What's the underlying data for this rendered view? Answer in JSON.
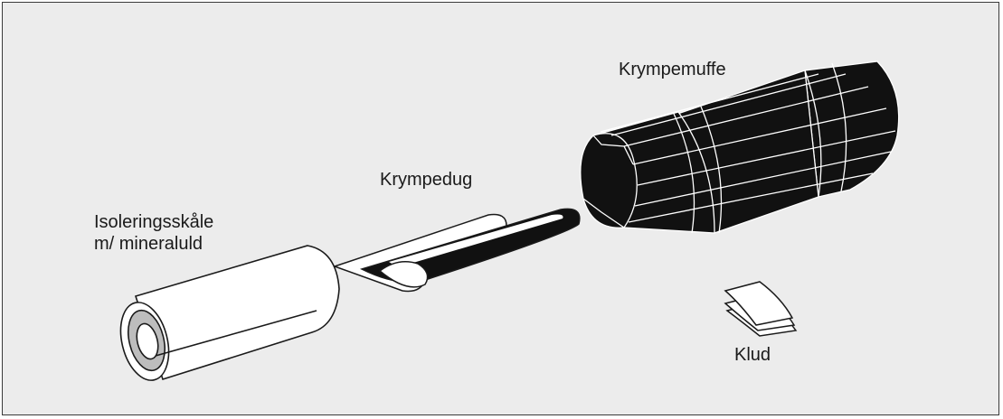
{
  "diagram": {
    "labels": {
      "krympemuffe": "Krympemuffe",
      "krympedug": "Krympedug",
      "isoleringsskaale_line1": "Isoleringsskåle",
      "isoleringsskaale_line2": "m/ mineraluld",
      "klud": "Klud"
    },
    "colors": {
      "panel_background": "#ececec",
      "outline": "#1a1a1a",
      "sleeve_fill": "#111111",
      "insulation_fill": "#ffffff",
      "insulation_core": "#bdbdbd"
    }
  }
}
